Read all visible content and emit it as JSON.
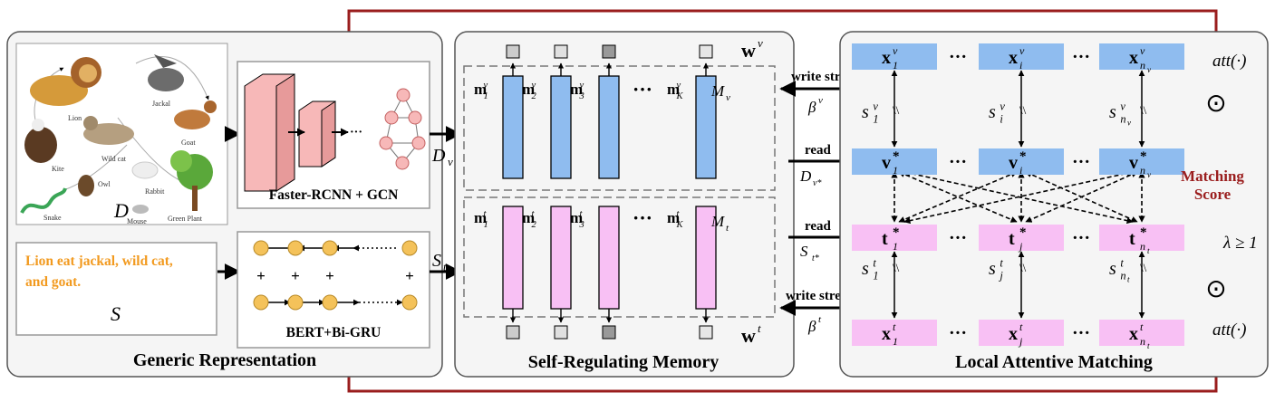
{
  "panels": {
    "generic": "Generic Representation",
    "memory": "Self-Regulating Memory",
    "matching": "Local Attentive Matching"
  },
  "image_panel": {
    "animals": [
      "Lion",
      "Jackal",
      "Goat",
      "Kite",
      "Wild cat",
      "Owl",
      "Rabbit",
      "Snake",
      "Mouse",
      "Green Plant"
    ],
    "symbol": "D"
  },
  "text_panel": {
    "sentence": [
      "Lion eat jackal, wild cat,",
      "and goat."
    ],
    "symbol": "S"
  },
  "encoders": {
    "visual": "Faster-RCNN + GCN",
    "text": "BERT+Bi-GRU",
    "dots": "···",
    "plus": "+"
  },
  "flow": {
    "dv": "D",
    "dv_sub": "v",
    "st": "S",
    "st_sub": "t"
  },
  "memory": {
    "visual_slots": [
      {
        "base": "m",
        "sub": "1",
        "sup": "v"
      },
      {
        "base": "m",
        "sub": "2",
        "sup": "v"
      },
      {
        "base": "m",
        "sub": "3",
        "sup": "v"
      },
      {
        "base": "m",
        "sub": "K",
        "sup": "v"
      }
    ],
    "text_slots": [
      {
        "base": "m",
        "sub": "1",
        "sup": "t"
      },
      {
        "base": "m",
        "sub": "2",
        "sup": "t"
      },
      {
        "base": "m",
        "sub": "3",
        "sup": "t"
      },
      {
        "base": "m",
        "sub": "K",
        "sup": "t"
      }
    ],
    "ellipsis": "···",
    "mv": {
      "base": "M",
      "sub": "v"
    },
    "mt": {
      "base": "M",
      "sub": "t"
    },
    "wv": {
      "base": "w",
      "sup": "v"
    },
    "wt": {
      "base": "w",
      "sup": "t"
    }
  },
  "connectors": {
    "write_strength": "write strength",
    "read": "read",
    "beta_v": {
      "base": "β",
      "sup": "v"
    },
    "beta_t": {
      "base": "β",
      "sup": "t"
    },
    "dv_star": {
      "base": "D",
      "sub": "v*"
    },
    "st_star": {
      "base": "S",
      "sub": "t*"
    }
  },
  "matching": {
    "x_row": [
      {
        "sub": "1",
        "sup": "v"
      },
      {
        "sub": "i",
        "sup": "v"
      },
      {
        "sub": "n_v",
        "sup": "v"
      }
    ],
    "v_row": [
      {
        "sub": "1"
      },
      {
        "sub": "i"
      },
      {
        "sub": "n_v"
      }
    ],
    "t_row": [
      {
        "sub": "1"
      },
      {
        "sub": "j"
      },
      {
        "sub": "n_t"
      }
    ],
    "xt_row": [
      {
        "sub": "1",
        "sup": "t"
      },
      {
        "sub": "j",
        "sup": "t"
      },
      {
        "sub": "n_t",
        "sup": "t"
      }
    ],
    "sv": [
      {
        "sub": "1",
        "sup": "v"
      },
      {
        "sub": "i",
        "sup": "v"
      },
      {
        "sub": "n_v",
        "sup": "v"
      }
    ],
    "st": [
      {
        "sub": "1",
        "sup": "t"
      },
      {
        "sub": "j",
        "sup": "t"
      },
      {
        "sub": "n_t",
        "sup": "t"
      }
    ],
    "dots": "···"
  },
  "score": {
    "label": [
      "Matching",
      "Score"
    ],
    "att": "att(·)",
    "lambda": "λ ≥ 1",
    "odot": "⊙"
  },
  "colors": {
    "blue": "#8fbcef",
    "pink": "#f8c0f4",
    "salmon": "#f7b8b8",
    "yellow": "#f4c25a",
    "dark_red": "#9a1d1d",
    "orange_text": "#f29a1f",
    "gray_panel": "#f5f5f5"
  }
}
